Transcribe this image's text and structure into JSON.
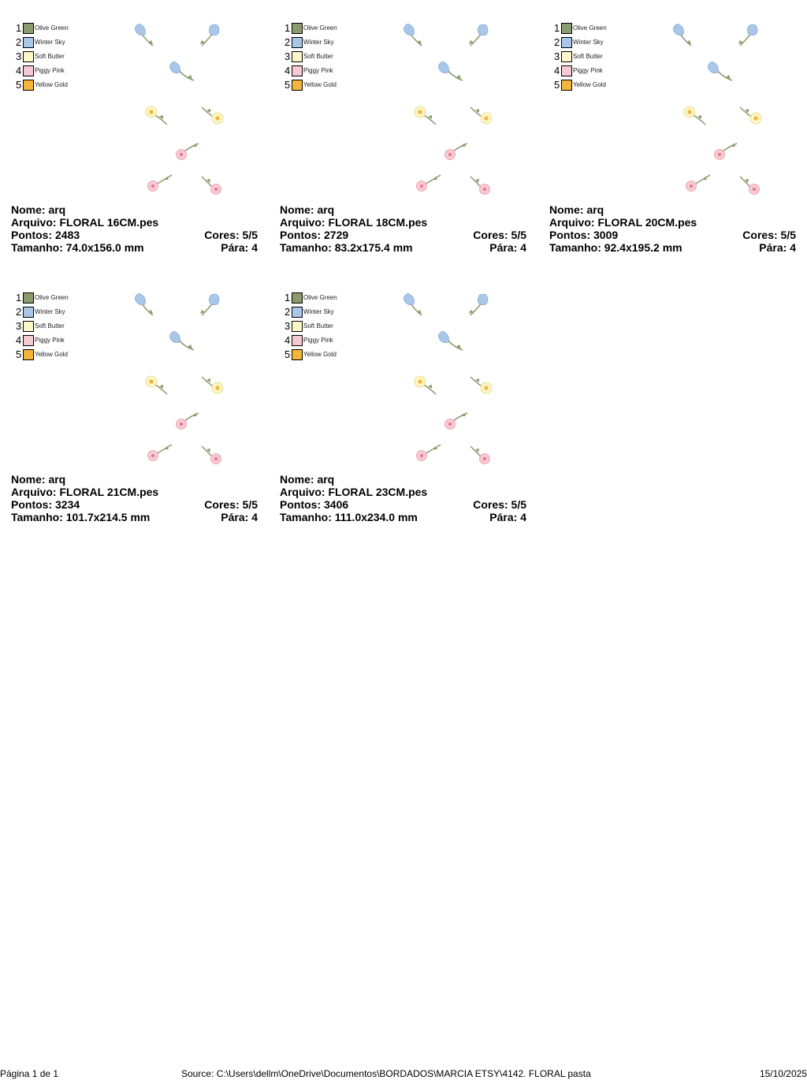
{
  "colors": [
    {
      "num": "1",
      "name": "Olive Green",
      "hex": "#8a9b6e"
    },
    {
      "num": "2",
      "name": "Winter Sky",
      "hex": "#a9c7e8"
    },
    {
      "num": "3",
      "name": "Soft Butter",
      "hex": "#fdf6c8"
    },
    {
      "num": "4",
      "name": "Piggy Pink",
      "hex": "#f7c9d2"
    },
    {
      "num": "5",
      "name": "Yellow Gold",
      "hex": "#f5b43a"
    }
  ],
  "designs": [
    {
      "nome": "Nome: arq",
      "arquivo": "Arquivo: FLORAL 16CM.pes",
      "pontos": "Pontos: 2483",
      "cores": "Cores: 5/5",
      "tamanho": "Tamanho: 74.0x156.0 mm",
      "para": "Pára: 4"
    },
    {
      "nome": "Nome: arq",
      "arquivo": "Arquivo: FLORAL 18CM.pes",
      "pontos": "Pontos: 2729",
      "cores": "Cores: 5/5",
      "tamanho": "Tamanho: 83.2x175.4 mm",
      "para": "Pára: 4"
    },
    {
      "nome": "Nome: arq",
      "arquivo": "Arquivo: FLORAL 20CM.pes",
      "pontos": "Pontos: 3009",
      "cores": "Cores: 5/5",
      "tamanho": "Tamanho: 92.4x195.2 mm",
      "para": "Pára: 4"
    },
    {
      "nome": "Nome: arq",
      "arquivo": "Arquivo: FLORAL 21CM.pes",
      "pontos": "Pontos: 3234",
      "cores": "Cores: 5/5",
      "tamanho": "Tamanho: 101.7x214.5 mm",
      "para": "Pára: 4"
    },
    {
      "nome": "Nome: arq",
      "arquivo": "Arquivo: FLORAL 23CM.pes",
      "pontos": "Pontos: 3406",
      "cores": "Cores: 5/5",
      "tamanho": "Tamanho: 111.0x234.0 mm",
      "para": "Pára: 4"
    }
  ],
  "footer": {
    "page": "Página 1 de 1",
    "source": "Source: C:\\Users\\dellm\\OneDrive\\Documentos\\BORDADOS\\MARCIA ETSY\\4142. FLORAL pasta",
    "date": "15/10/2025"
  }
}
